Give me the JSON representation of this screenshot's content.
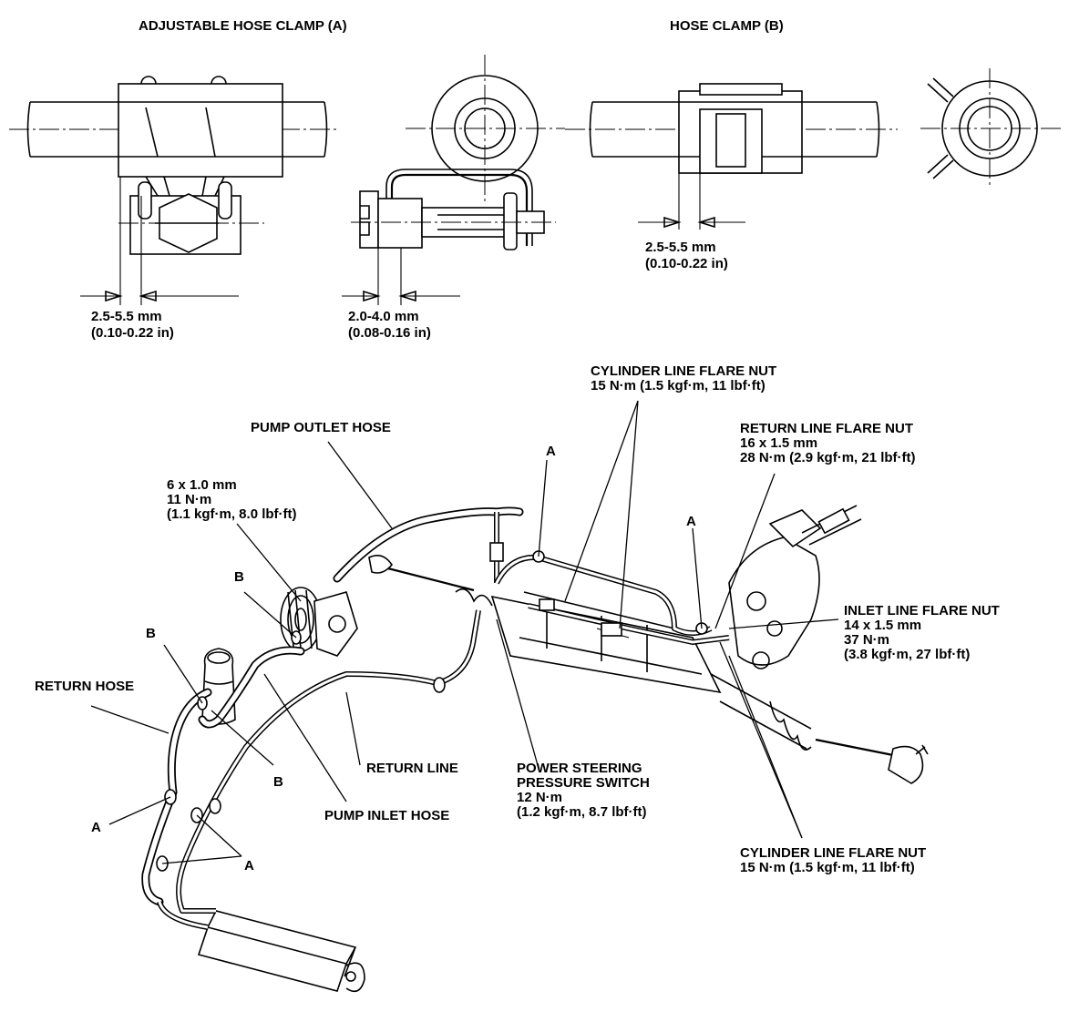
{
  "headers": {
    "adjustable_clamp": "ADJUSTABLE HOSE CLAMP (A)",
    "hose_clamp_b": "HOSE CLAMP (B)"
  },
  "dimensions": {
    "clamp_a_gap_mm": "2.5-5.5 mm",
    "clamp_a_gap_in": "(0.10-0.22 in)",
    "clamp_a_side_mm": "2.0-4.0 mm",
    "clamp_a_side_in": "(0.08-0.16 in)",
    "clamp_b_gap_mm": "2.5-5.5 mm",
    "clamp_b_gap_in": "(0.10-0.22 in)"
  },
  "callouts": {
    "cyl_flare_top_title": "CYLINDER LINE FLARE NUT",
    "cyl_flare_top_torque": "15 N·m (1.5 kgf·m, 11 lbf·ft)",
    "return_flare_title": "RETURN LINE FLARE NUT",
    "return_flare_size": "16 x 1.5 mm",
    "return_flare_torque": "28 N·m (2.9 kgf·m, 21 lbf·ft)",
    "pump_outlet_hose": "PUMP OUTLET HOSE",
    "bolt_size": "6 x 1.0 mm",
    "bolt_torque_nm": "11 N·m",
    "bolt_torque_alt": "(1.1 kgf·m, 8.0 lbf·ft)",
    "inlet_flare_title": "INLET LINE FLARE NUT",
    "inlet_flare_size": "14 x 1.5 mm",
    "inlet_flare_torque_nm": "37 N·m",
    "inlet_flare_torque_alt": "(3.8 kgf·m, 27 lbf·ft)",
    "return_hose": "RETURN HOSE",
    "return_line": "RETURN LINE",
    "pump_inlet_hose": "PUMP INLET HOSE",
    "ps_switch_title1": "POWER STEERING",
    "ps_switch_title2": "PRESSURE SWITCH",
    "ps_switch_torque_nm": "12 N·m",
    "ps_switch_torque_alt": "(1.2 kgf·m, 8.7 lbf·ft)",
    "cyl_flare_bottom_title": "CYLINDER LINE FLARE NUT",
    "cyl_flare_bottom_torque": "15 N·m (1.5 kgf·m, 11 lbf·ft)"
  },
  "markers": {
    "a": "A",
    "b": "B"
  }
}
